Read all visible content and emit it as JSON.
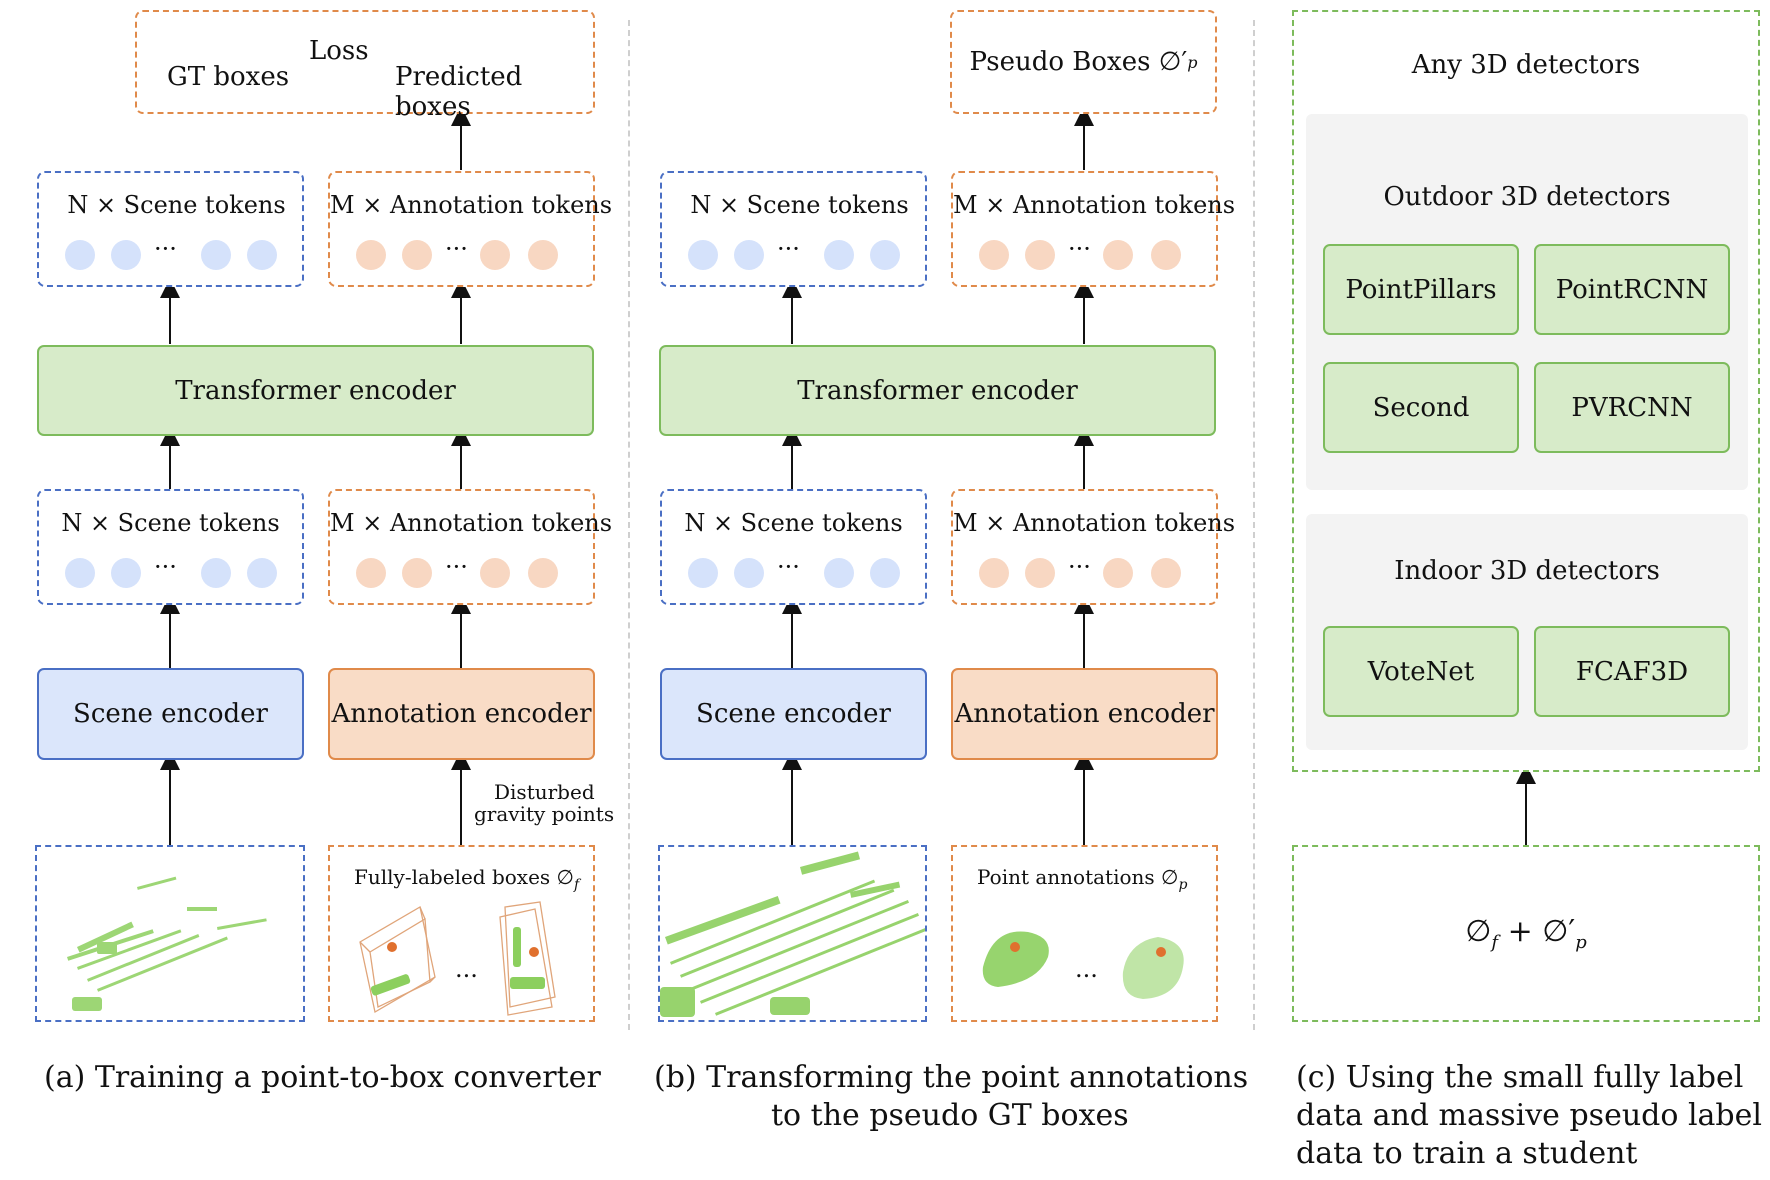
{
  "colors": {
    "blue": "#4a6fc4",
    "orange": "#e08a4a",
    "green": "#7dbb5c",
    "points": "#8ccf5e",
    "center": "#e0702e"
  },
  "panel_a": {
    "loss_label": "Loss",
    "gt_boxes": "GT boxes",
    "predicted_boxes": "Predicted boxes",
    "scene_tokens_top": "N × Scene tokens",
    "annotation_tokens_top": "M × Annotation tokens",
    "transformer": "Transformer encoder",
    "scene_tokens_bottom": "N × Scene tokens",
    "annotation_tokens_bottom": "M × Annotation tokens",
    "scene_encoder": "Scene encoder",
    "annotation_encoder": "Annotation encoder",
    "disturbed_line1": "Disturbed",
    "disturbed_line2": "gravity points",
    "fully_labeled": "Fully-labeled boxes ∅",
    "fully_labeled_sub": "f",
    "ellipsis": "...",
    "caption": "(a) Training a point-to-box converter"
  },
  "panel_b": {
    "pseudo_boxes": "Pseudo Boxes ∅′",
    "pseudo_boxes_sub": "p",
    "scene_tokens_top": "N × Scene tokens",
    "annotation_tokens_top": "M × Annotation tokens",
    "transformer": "Transformer encoder",
    "scene_tokens_bottom": "N × Scene tokens",
    "annotation_tokens_bottom": "M × Annotation tokens",
    "scene_encoder": "Scene encoder",
    "annotation_encoder": "Annotation encoder",
    "point_annotations": "Point annotations ∅",
    "point_annotations_sub": "p",
    "ellipsis": "...",
    "caption_line1": "(b) Transforming the point annotations",
    "caption_line2": "to the pseudo GT boxes"
  },
  "panel_c": {
    "any_detectors": "Any 3D detectors",
    "outdoor_title": "Outdoor 3D detectors",
    "outdoor": [
      "PointPillars",
      "PointRCNN",
      "Second",
      "PVRCNN"
    ],
    "indoor_title": "Indoor 3D detectors",
    "indoor": [
      "VoteNet",
      "FCAF3D"
    ],
    "formula_a": "∅",
    "formula_a_sub": "f",
    "formula_plus": " + ∅′",
    "formula_b_sub": "p",
    "caption_line1": "(c) Using the small fully label",
    "caption_line2": "data and massive pseudo label",
    "caption_line3": "data to train a student"
  },
  "ellipsis_dots": "···"
}
